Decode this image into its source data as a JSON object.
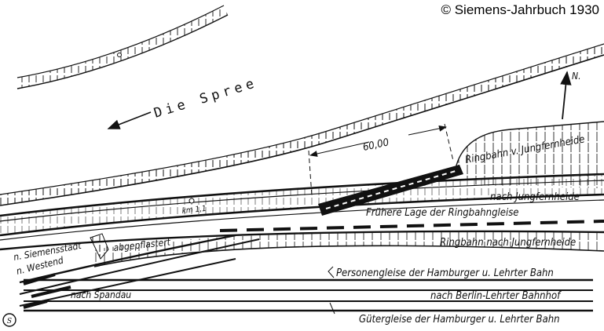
{
  "copyright": "© Siemens-Jahrbuch 1930",
  "river": {
    "name": "Die Spree",
    "flow_arrow": "arrow-left-icon"
  },
  "north_arrow": {
    "label": "N."
  },
  "dimension": {
    "value": "60,00"
  },
  "km_marker": {
    "label": "km 1,1"
  },
  "labels": {
    "ringbahn_from": "Ringbahn v. Jungfernheide",
    "to_jungfernheide": "nach Jungfernheide",
    "former_position": "Frühere Lage der Ringbahngleise",
    "ringbahn_to": "Ringbahn nach Jungfernheide",
    "paved": "abgepflastert",
    "to_siemensstadt": "n. Siemensstadt",
    "to_westend": "n. Westend",
    "to_spandau": "nach Spandau",
    "passenger_tracks": "Personengleise der Hamburger u. Lehrter Bahn",
    "to_lehrter_bahnhof": "nach Berlin-Lehrter Bahnhof",
    "freight_tracks": "Gütergleise der Hamburger u. Lehrter Bahn"
  },
  "logo": {
    "mark": "Siemens monogram"
  }
}
